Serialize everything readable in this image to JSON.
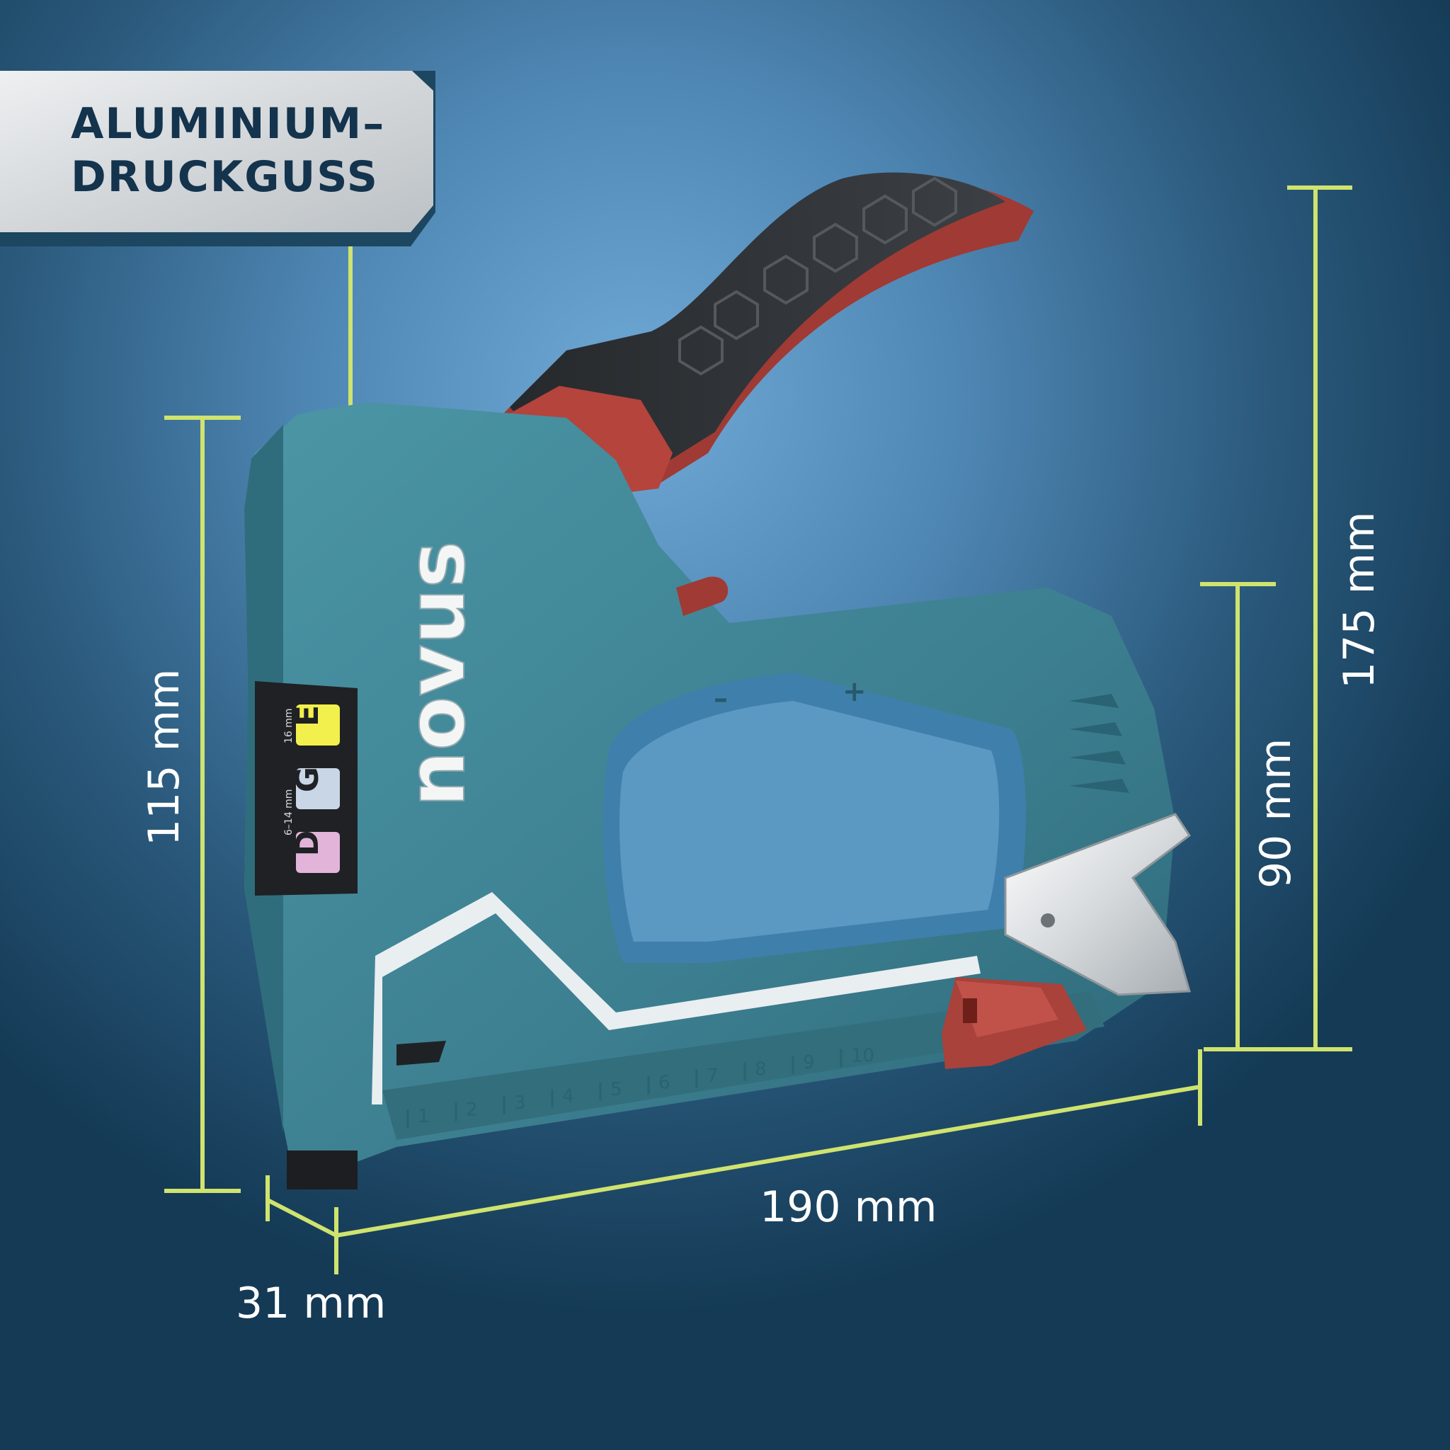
{
  "callout": {
    "line1": "ALUMINIUM–",
    "line2": "DRUCKGUSS"
  },
  "brand": "novus",
  "staple_types": {
    "range_left": "6–14 mm",
    "range_right": "16 mm",
    "letters": [
      "D",
      "G",
      "E"
    ]
  },
  "depth_marks": {
    "minus": "–",
    "plus": "+"
  },
  "scale_numbers": [
    "1",
    "2",
    "3",
    "4",
    "5",
    "6",
    "7",
    "8",
    "9",
    "10"
  ],
  "dimensions": {
    "height_front": "115 mm",
    "height_total": "175 mm",
    "height_rear": "90 mm",
    "length": "190 mm",
    "width": "31 mm"
  },
  "colors": {
    "accent_line": "#cfe36f",
    "body": "#3f8595",
    "grip": "#b0413a",
    "handle_dark": "#2c2f33",
    "label_text": "#14334d",
    "letter_d": "#e3b4da",
    "letter_g": "#c9d6e6",
    "letter_e": "#f2f04c"
  }
}
